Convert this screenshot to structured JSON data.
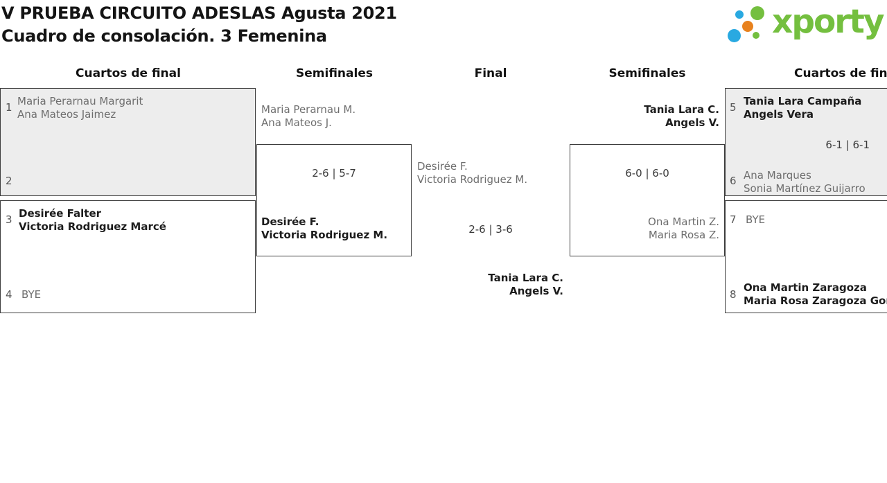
{
  "page": {
    "title_line1": "V PRUEBA CIRCUITO ADESLAS Agusta 2021",
    "title_line2": "Cuadro de consolación. 3 Femenina"
  },
  "logo": {
    "text": "xporty"
  },
  "round_headers": [
    "Cuartos de final",
    "Semifinales",
    "Final",
    "Semifinales",
    "Cuartos de final"
  ],
  "colors": {
    "box_alt_bg": "#ededed",
    "box_border": "#3c3c3c",
    "winner_text": "#1c1c1c",
    "muted_text": "#6e6e6e",
    "seed_text": "#565656",
    "score_text": "#3a3a3a",
    "logo_green": "#74bf3f",
    "logo_blue": "#29a9e1",
    "logo_orange": "#e8821e"
  },
  "matches": {
    "qf_left_top": {
      "seed_top": "1",
      "team_top": {
        "p1": "Maria Perarnau Margarit",
        "p2": "Ana Mateos Jaimez"
      },
      "seed_bottom": "2"
    },
    "qf_left_bottom": {
      "seed_top": "3",
      "team_top": {
        "p1": "Desirée Falter",
        "p2": "Victoria Rodriguez Marcé"
      },
      "seed_bottom": "4",
      "team_bottom_bye": "BYE"
    },
    "qf_right_top": {
      "seed_top": "5",
      "team_top": {
        "p1": "Tania Lara Campaña",
        "p2": "Angels Vera"
      },
      "score": "6-1 | 6-1",
      "seed_bottom": "6",
      "team_bottom": {
        "p1": "Ana Marques",
        "p2": "Sonia Martínez Guijarro"
      }
    },
    "qf_right_bottom": {
      "seed_top": "7",
      "team_top_bye": "BYE",
      "seed_bottom": "8",
      "team_bottom": {
        "p1": "Ona Martin Zaragoza",
        "p2": "Maria Rosa Zaragoza Gomez"
      }
    },
    "sf_left": {
      "team_top": {
        "p1": "Maria Perarnau M.",
        "p2": "Ana Mateos J."
      },
      "score": "2-6 | 5-7",
      "winner": {
        "p1": "Desirée F.",
        "p2": "Victoria Rodriguez M."
      }
    },
    "sf_right": {
      "team_top": {
        "p1": "Tania Lara C.",
        "p2": "Angels V."
      },
      "score": "6-0 | 6-0",
      "team_bottom": {
        "p1": "Ona Martin Z.",
        "p2": "Maria Rosa Z."
      }
    },
    "final": {
      "team_top": {
        "p1": "Desirée F.",
        "p2": "Victoria Rodriguez M."
      },
      "score": "2-6 | 3-6",
      "winner": {
        "p1": "Tania Lara C.",
        "p2": "Angels V."
      }
    }
  }
}
